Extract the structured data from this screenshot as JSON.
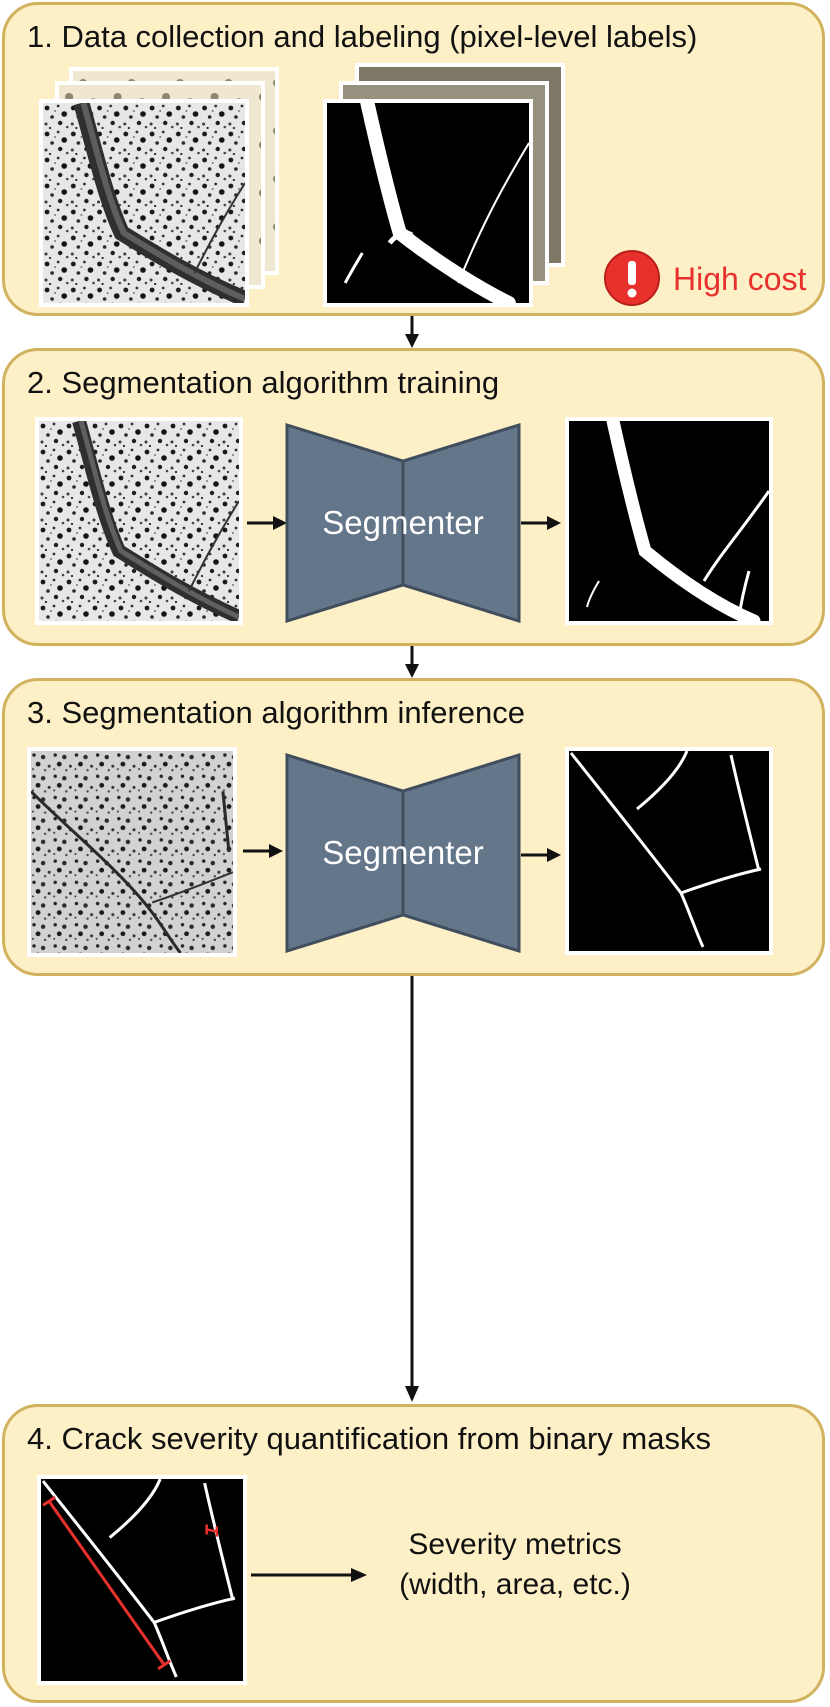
{
  "steps": [
    {
      "title": "1. Data collection and labeling (pixel-level labels)"
    },
    {
      "title": "2. Segmentation algorithm training"
    },
    {
      "title": "3. Segmentation algorithm inference"
    },
    {
      "title": "4. Crack severity quantification from binary masks"
    }
  ],
  "cost_warning": {
    "symbol": "!",
    "label": "High cost"
  },
  "segmenter_label": "Segmenter",
  "severity": {
    "line1": "Severity metrics",
    "line2": "(width, area, etc.)"
  },
  "colors": {
    "panel_fill": "#fdf0c6",
    "panel_border": "#d2b25f",
    "segmenter_fill": "#64768a",
    "warning_red": "#e8312c"
  }
}
